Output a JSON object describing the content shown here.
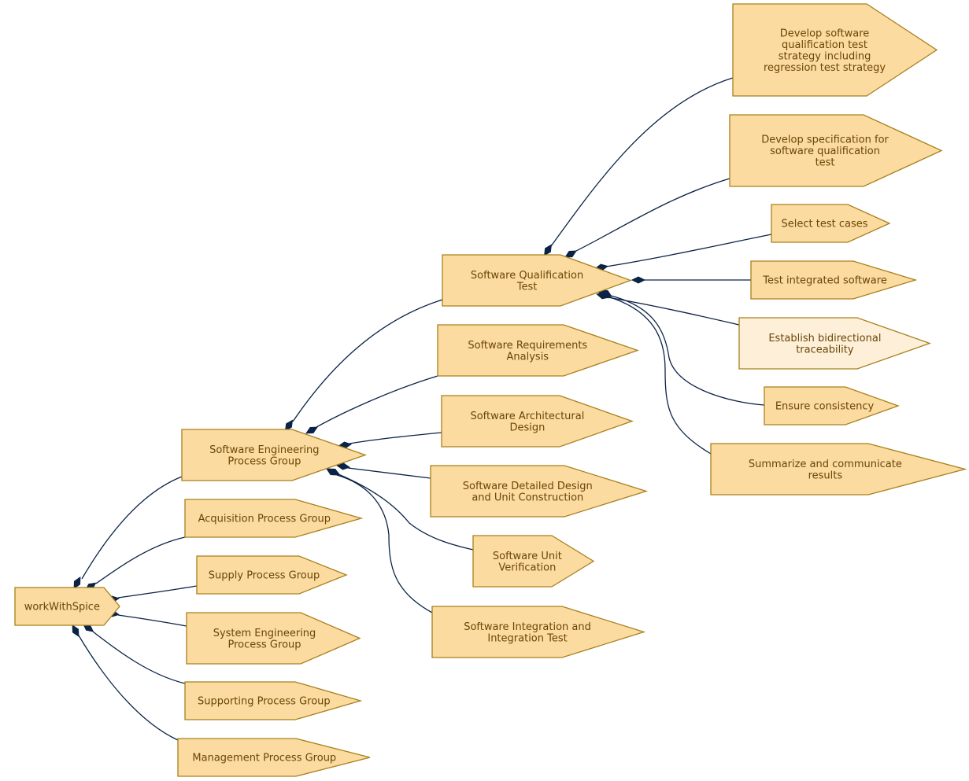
{
  "colors": {
    "node_fill": "#fcdba0",
    "node_fill_highlight": "#feefd8",
    "node_stroke": "#a8801c",
    "node_text": "#6a4606",
    "edge": "#0b2347"
  },
  "diagram": {
    "nodes": {
      "root": {
        "lines": [
          "workWithSpice"
        ],
        "highlight": false
      },
      "seg": {
        "lines": [
          "Software Engineering",
          "Process Group"
        ],
        "highlight": false
      },
      "acq": {
        "lines": [
          "Acquisition Process Group"
        ],
        "highlight": false
      },
      "sup": {
        "lines": [
          "Supply Process Group"
        ],
        "highlight": false
      },
      "sys": {
        "lines": [
          "System Engineering",
          "Process Group"
        ],
        "highlight": false
      },
      "supp": {
        "lines": [
          "Supporting Process Group"
        ],
        "highlight": false
      },
      "mgmt": {
        "lines": [
          "Management Process Group"
        ],
        "highlight": false
      },
      "sqt": {
        "lines": [
          "Software Qualification",
          "Test"
        ],
        "highlight": false
      },
      "sra": {
        "lines": [
          "Software Requirements",
          "Analysis"
        ],
        "highlight": false
      },
      "sad": {
        "lines": [
          "Software Architectural",
          "Design"
        ],
        "highlight": false
      },
      "sdd": {
        "lines": [
          "Software Detailed Design",
          "and Unit Construction"
        ],
        "highlight": false
      },
      "suv": {
        "lines": [
          "Software Unit",
          "Verification"
        ],
        "highlight": false
      },
      "sit": {
        "lines": [
          "Software Integration and",
          "Integration Test"
        ],
        "highlight": false
      },
      "dsq": {
        "lines": [
          "Develop software",
          "qualification test",
          "strategy including",
          "regression test strategy"
        ],
        "highlight": false
      },
      "dsp": {
        "lines": [
          "Develop specification for",
          "software qualification",
          "test"
        ],
        "highlight": false
      },
      "stc": {
        "lines": [
          "Select test cases"
        ],
        "highlight": false
      },
      "tis": {
        "lines": [
          "Test integrated software"
        ],
        "highlight": false
      },
      "ebt": {
        "lines": [
          "Establish bidirectional",
          "traceability"
        ],
        "highlight": true
      },
      "ec": {
        "lines": [
          "Ensure consistency"
        ],
        "highlight": false
      },
      "scr": {
        "lines": [
          "Summarize and communicate",
          "results"
        ],
        "highlight": false
      }
    },
    "edges": [
      {
        "from": "root",
        "to": "seg"
      },
      {
        "from": "root",
        "to": "acq"
      },
      {
        "from": "root",
        "to": "sup"
      },
      {
        "from": "root",
        "to": "sys"
      },
      {
        "from": "root",
        "to": "supp"
      },
      {
        "from": "root",
        "to": "mgmt"
      },
      {
        "from": "seg",
        "to": "sqt"
      },
      {
        "from": "seg",
        "to": "sra"
      },
      {
        "from": "seg",
        "to": "sad"
      },
      {
        "from": "seg",
        "to": "sdd"
      },
      {
        "from": "seg",
        "to": "suv"
      },
      {
        "from": "seg",
        "to": "sit"
      },
      {
        "from": "sqt",
        "to": "dsq"
      },
      {
        "from": "sqt",
        "to": "dsp"
      },
      {
        "from": "sqt",
        "to": "stc"
      },
      {
        "from": "sqt",
        "to": "tis"
      },
      {
        "from": "sqt",
        "to": "ebt"
      },
      {
        "from": "sqt",
        "to": "ec"
      },
      {
        "from": "sqt",
        "to": "scr"
      }
    ]
  }
}
